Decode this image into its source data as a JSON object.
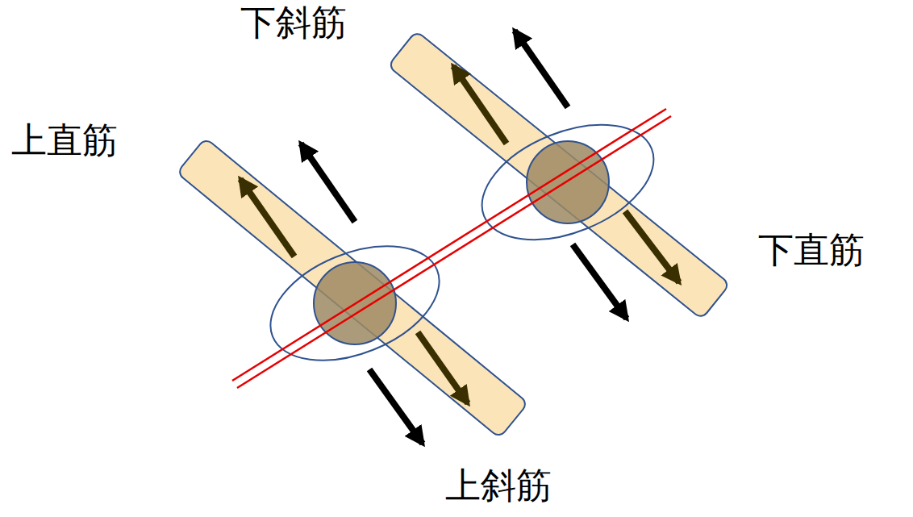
{
  "diagram": {
    "labels": [
      "下斜筋",
      "上直筋",
      "下直筋",
      "上斜筋"
    ]
  }
}
